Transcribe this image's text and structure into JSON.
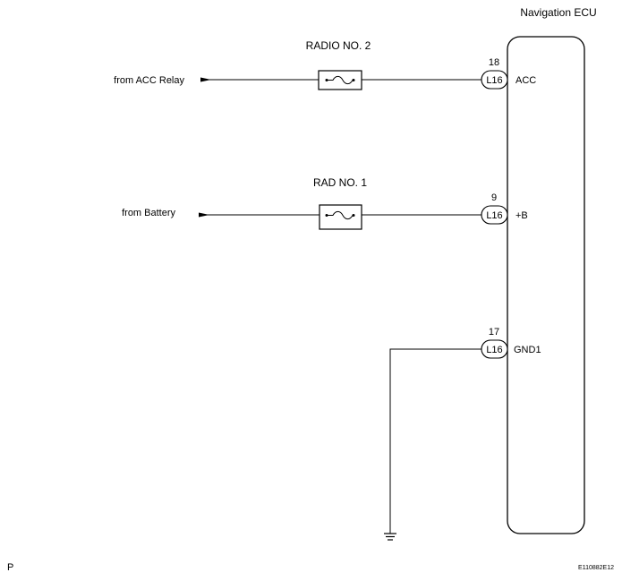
{
  "diagram": {
    "ecu_title": "Navigation ECU",
    "inputs": [
      {
        "source": "from ACC Relay",
        "fuse": "RADIO NO. 2",
        "pin": "18",
        "connector": "L16",
        "terminal": "ACC"
      },
      {
        "source": "from Battery",
        "fuse": "RAD NO. 1",
        "pin": "9",
        "connector": "L16",
        "terminal": "+B"
      }
    ],
    "ground": {
      "pin": "17",
      "connector": "L16",
      "terminal": "GND1"
    },
    "corner_left": "P",
    "figure_code": "E110882E12"
  }
}
